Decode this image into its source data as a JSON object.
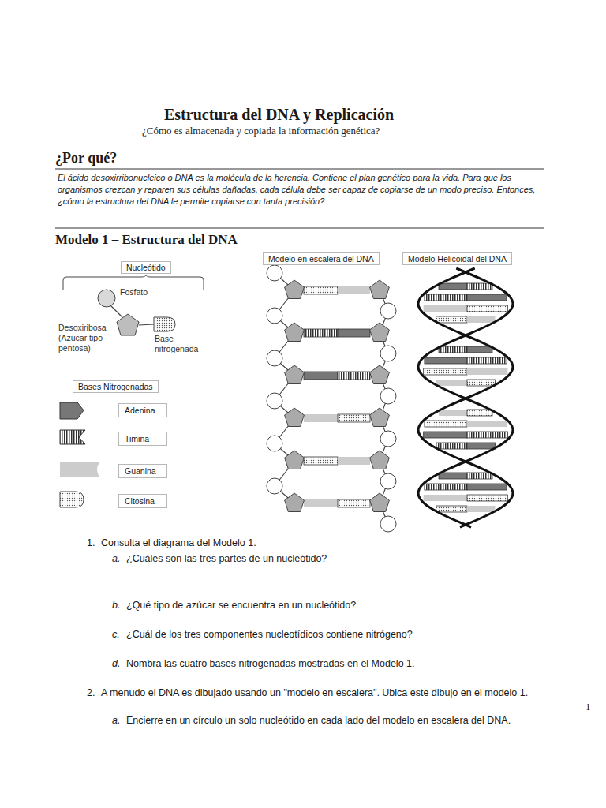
{
  "diagram": {
    "title": "Estructura del DNA y Replicación",
    "nodes": [
      {
        "text": [
          "Nucleótido"
        ]
      },
      {
        "text": [
          "Modelo en escalera del DNA"
        ]
      },
      {
        "text": [
          "Modelo Helicoidal del DNA"
        ]
      },
      {
        "text": [
          "Bases Nitrogenadas"
        ]
      },
      {
        "text": [
          "Adenina"
        ]
      },
      {
        "text": [
          "Timina"
        ]
      },
      {
        "text": [
          "Guanina"
        ]
      },
      {
        "text": [
          "Citosina"
        ]
      }
    ],
    "labels": [
      "¿Cómo es almacenada y copiada la información genética?",
      "¿Por qué?",
      "El ácido desoxirribonucleico o DNA es la molécula de la herencia. Contiene el plan genético para la vida. Para que los organismos crezcan y reparen sus células dañadas, cada célula debe ser capaz de copiarse de un modo preciso. Entonces, ¿cómo la estructura del DNA le permite copiarse con tanta precisión?",
      "Modelo 1 – Estructura del DNA",
      "Fosfato",
      "Desoxiribosa (Azúcar tipo pentosa)",
      "Base nitrogenada",
      "1.",
      "Consulta el diagrama del Modelo 1.",
      "a.",
      "¿Cuáles son las tres partes de un nucleótido?",
      "b.",
      "¿Qué tipo de azúcar se encuentra en un nucleótido?",
      "c.",
      "¿Cuál de los tres componentes nucleotídicos contiene nitrógeno?",
      "d.",
      "Nombra las cuatro bases nitrogenadas mostradas en el Modelo 1.",
      "2.",
      "A menudo el DNA es dibujado usando un \"modelo en escalera\". Ubica este dibujo en el modelo 1.",
      "a.",
      "Encierre en un círculo un solo nucleótido en cada lado del modelo en escalera del DNA.",
      "1"
    ]
  }
}
